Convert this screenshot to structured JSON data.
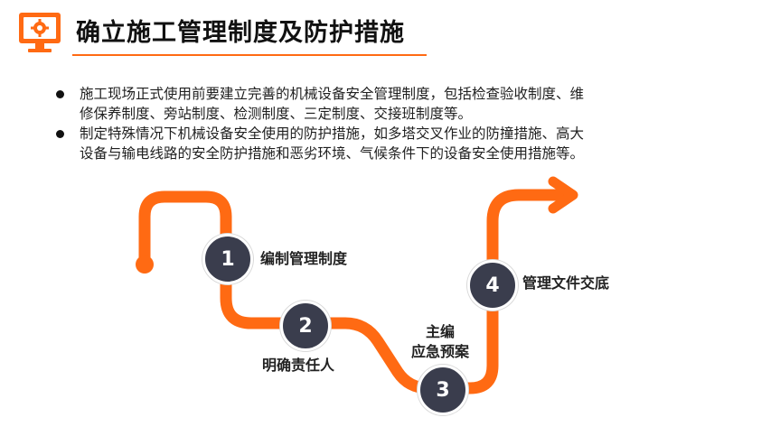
{
  "title": "确立施工管理制度及防护措施",
  "colors": {
    "accent": "#ff6a13",
    "node": "#3a3d4d"
  },
  "header_icon": "monitor-gear-icon",
  "bullets": [
    {
      "lines": [
        "施工现场正式使用前要建立完善的机械设备安全管理制度，包括检查验收制度、维",
        "修保养制度、旁站制度、检测制度、三定制度、交接班制度等。"
      ]
    },
    {
      "lines": [
        "制定特殊情况下机械设备安全使用的防护措施，如多塔交叉作业的防撞措施、高大",
        "设备与输电线路的安全防护措施和恶劣环境、气候条件下的设备安全使用措施等。"
      ]
    }
  ],
  "steps": [
    {
      "number": "1",
      "label": "编制管理制度"
    },
    {
      "number": "2",
      "label": "明确责任人"
    },
    {
      "number": "3",
      "label_lines": [
        "主编",
        "应急预案"
      ]
    },
    {
      "number": "4",
      "label": "管理文件交底"
    }
  ]
}
